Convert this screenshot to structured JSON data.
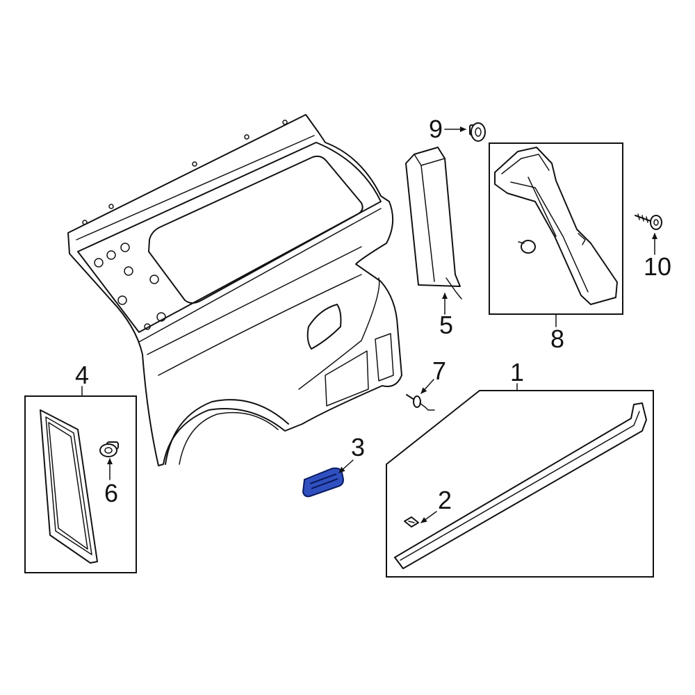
{
  "callouts": {
    "c1": "1",
    "c2": "2",
    "c3": "3",
    "c4": "4",
    "c5": "5",
    "c6": "6",
    "c7": "7",
    "c8": "8",
    "c9": "9",
    "c10": "10"
  },
  "colors": {
    "line": "#111111",
    "highlight_fill": "#3050c0",
    "highlight_stroke": "#0a1a60",
    "background": "#ffffff"
  }
}
